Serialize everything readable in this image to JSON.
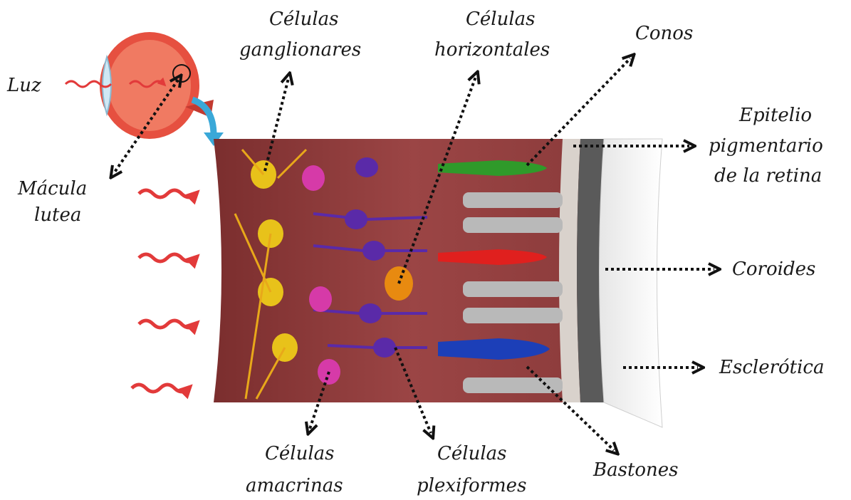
{
  "labels": {
    "luz": "Luz",
    "macula": [
      "Mácula",
      "lutea"
    ],
    "ganglionares": [
      "Células",
      "ganglionares"
    ],
    "horizontales": [
      "Células",
      "horizontales"
    ],
    "conos": "Conos",
    "epitelio": [
      "Epitelio",
      "pigmentario",
      "de la retina"
    ],
    "coroides": "Coroides",
    "esclerotica": "Esclerótica",
    "amacrinas": [
      "Células",
      "amacrinas"
    ],
    "plexiformes": [
      "Células",
      "plexiformes"
    ],
    "bastones": "Bastones"
  },
  "colors": {
    "tissue": "#8f3b3b",
    "tissue_dark": "#6e2828",
    "ganglion": "#e8c21a",
    "amacrine": "#d63aa8",
    "bipolar": "#5a2aa8",
    "horizontal": "#e88a10",
    "cone_green": "#2f9a2a",
    "cone_red": "#e0201e",
    "cone_blue": "#1c3fb8",
    "rod": "#b9b9b9",
    "light_arrow": "#e23a3a",
    "pointer": "#111111",
    "eye": "#e65040",
    "blue_arrow": "#3aa8d8"
  }
}
